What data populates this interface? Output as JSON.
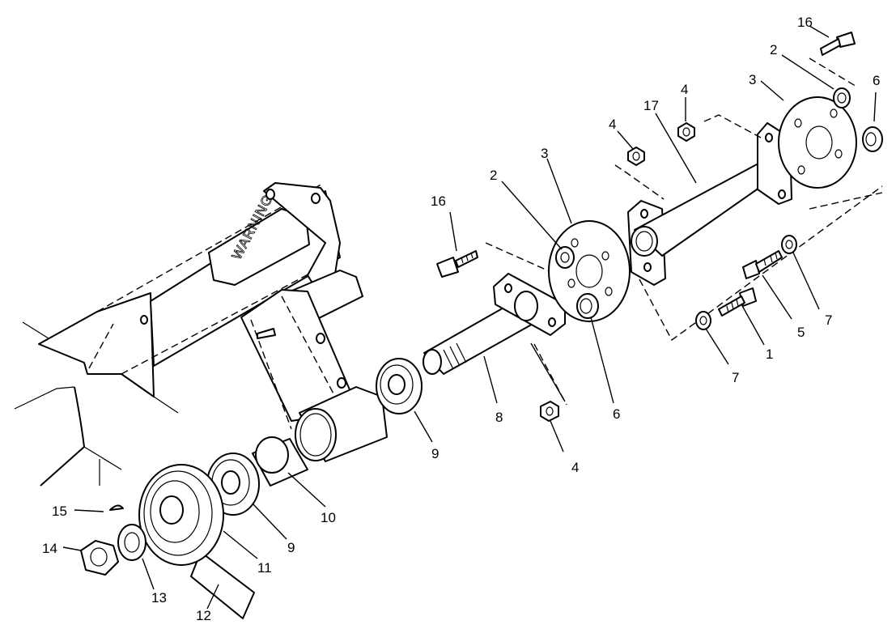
{
  "diagram": {
    "warning_text": "WARNING",
    "callouts": {
      "c16_top": "16",
      "c2_top": "2",
      "c3_top": "3",
      "c6_top": "6",
      "c4_top": "4",
      "c17": "17",
      "c4_mid": "4",
      "c3_mid": "3",
      "c2_mid": "2",
      "c16_mid": "16",
      "c7_right": "7",
      "c5": "5",
      "c1": "1",
      "c7_mid": "7",
      "c6_mid": "6",
      "c8": "8",
      "c4_low": "4",
      "c9_upper": "9",
      "c10": "10",
      "c9_lower": "9",
      "c11": "11",
      "c15": "15",
      "c14": "14",
      "c13": "13",
      "c12": "12"
    }
  }
}
